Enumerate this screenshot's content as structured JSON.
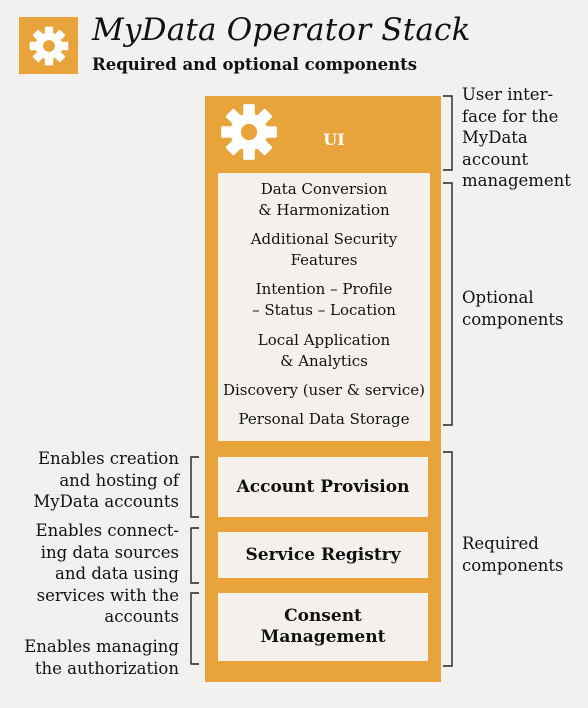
{
  "header": {
    "title": "MyData Operator Stack",
    "subtitle": "Required and optional components"
  },
  "stack": {
    "ui_label": "UI",
    "optional_items": [
      "Data Conversion\n& Harmonization",
      "Additional Security\nFeatures",
      "Intention – Profile\n– Status – Location",
      "Local Application\n& Analytics",
      "Discovery (user & service)",
      "Personal Data Storage"
    ],
    "required_items": [
      "Account Provision",
      "Service Registry",
      "Consent\nManagement"
    ]
  },
  "annotations": {
    "ui_note": "User inter-\nface for the\nMyData\naccount\nmanagement",
    "optional_note": "Optional\ncomponents",
    "required_note": "Required\ncomponents",
    "account_note": "Enables creation\nand hosting of\nMyData accounts",
    "service_note": "Enables connect-\ning data sources\nand data using\nservices with the\naccounts",
    "consent_note": "Enables managing\nthe authorization"
  },
  "colors": {
    "accent": "#e8a33a",
    "panel": "#f4f1ed",
    "background": "#f2f1ef"
  },
  "icons": {
    "logo": "gear-icon",
    "ui": "gear-icon"
  }
}
